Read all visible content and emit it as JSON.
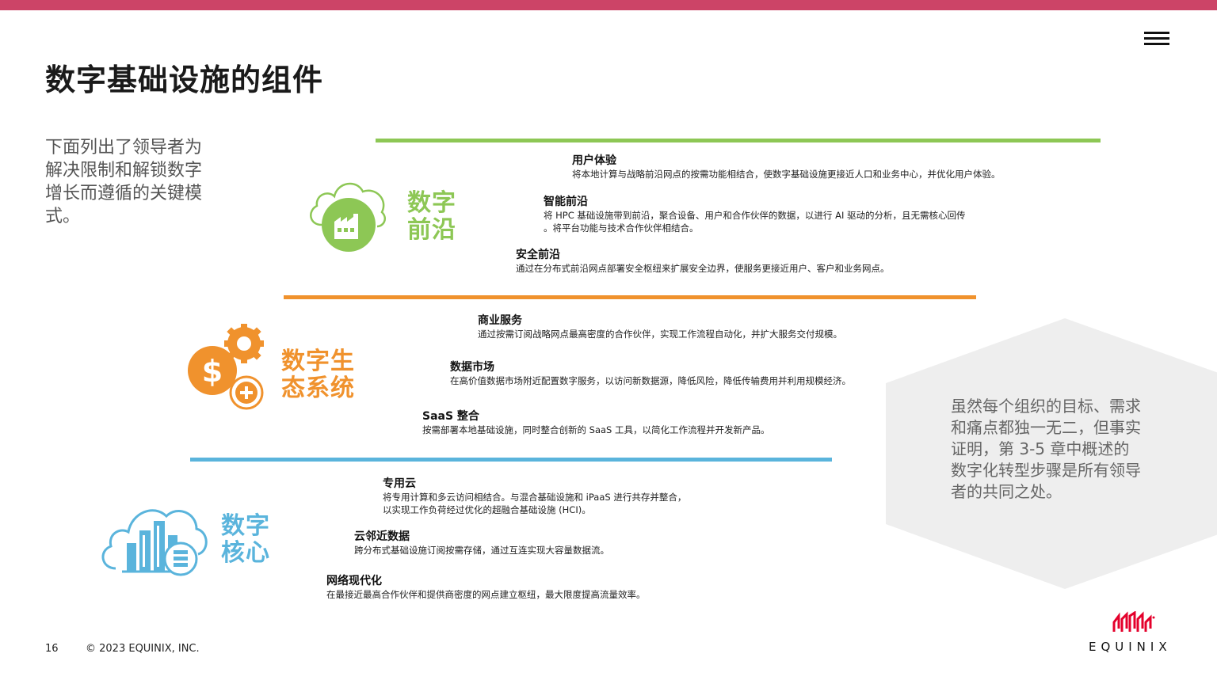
{
  "page": {
    "title": "数字基础设施的组件",
    "intro": "下面列出了领导者为解决限制和解锁数字增长而遵循的关键模式。",
    "callout": "虽然每个组织的目标、需求和痛点都独一无二，但事实证明，第 3-5 章中概述的数字化转型步骤是所有领导者的共同之处。"
  },
  "colors": {
    "brand": "#cc4467",
    "edge": "#8dc755",
    "ecosystem": "#f0922d",
    "core": "#5ab4dc",
    "hexagon": "#eeeeee"
  },
  "sections": [
    {
      "label_line1": "数字",
      "label_line2": "前沿",
      "icon": "cloud-factory-icon",
      "items": [
        {
          "heading": "用户体验",
          "body": "将本地计算与战略前沿网点的按需功能相结合，使数字基础设施更接近人口和业务中心，并优化用户体验。"
        },
        {
          "heading": "智能前沿",
          "body1": "将 HPC 基础设施带到前沿，聚合设备、用户和合作伙伴的数据，以进行 AI 驱动的分析，且无需核心回传",
          "body2": "。将平台功能与技术合作伙伴相结合。"
        },
        {
          "heading": "安全前沿",
          "body": "通过在分布式前沿网点部署安全枢纽来扩展安全边界，使服务更接近用户、客户和业务网点。"
        }
      ]
    },
    {
      "label_line1": "数字生",
      "label_line2": "态系统",
      "icon": "dollar-gear-plus-icon",
      "items": [
        {
          "heading": "商业服务",
          "body": "通过按需订阅战略网点最高密度的合作伙伴，实现工作流程自动化，并扩大服务交付规模。"
        },
        {
          "heading": "数据市场",
          "body": "在高价值数据市场附近配置数字服务，以访问新数据源，降低风险，降低传输费用并利用规模经济。"
        },
        {
          "heading": "SaaS 整合",
          "body": "按需部署本地基础设施，同时整合创新的 SaaS 工具，以简化工作流程并开发新产品。"
        }
      ]
    },
    {
      "label_line1": "数字",
      "label_line2": "核心",
      "icon": "cloud-building-server-icon",
      "items": [
        {
          "heading": "专用云",
          "body1": "将专用计算和多云访问相结合。与混合基础设施和 iPaaS 进行共存并整合，",
          "body2": "以实现工作负荷经过优化的超融合基础设施 (HCI)。"
        },
        {
          "heading": "云邻近数据",
          "body": "跨分布式基础设施订阅按需存储，通过互连实现大容量数据流。"
        },
        {
          "heading": "网络现代化",
          "body": "在最接近最高合作伙伴和提供商密度的网点建立枢纽，最大限度提高流量效率。"
        }
      ]
    }
  ],
  "footer": {
    "page_number": "16",
    "copyright": "© 2023 EQUINIX, INC.",
    "logo_text": "EQUINIX"
  }
}
